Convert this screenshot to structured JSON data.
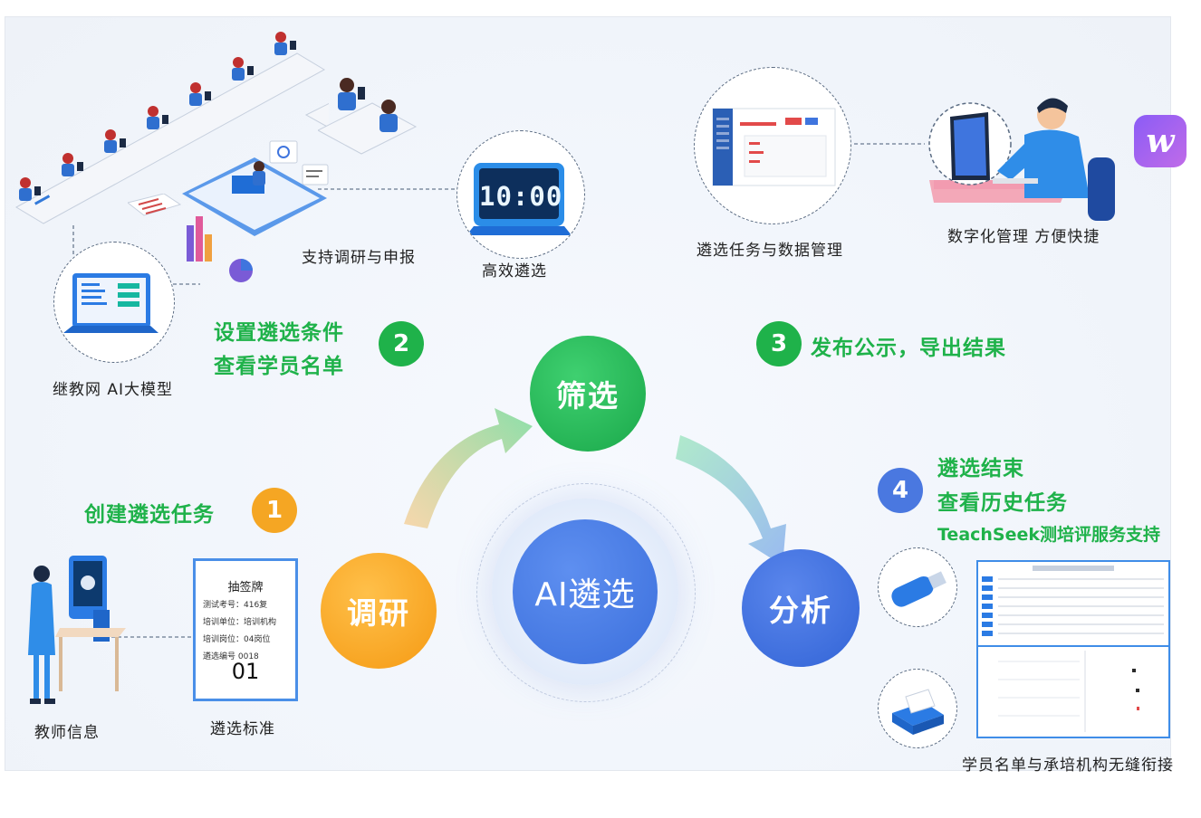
{
  "captions": {
    "research_report": "支持调研与申报",
    "efficient": "高效遴选",
    "task_data": "遴选任务与数据管理",
    "digital": "数字化管理  方便快捷",
    "ai_model": "继教网 AI大模型",
    "teacher_info": "教师信息",
    "criteria": "遴选标准",
    "connect": "学员名单与承培机构无缝衔接"
  },
  "steps": [
    {
      "num": "1",
      "lines": [
        "创建遴选任务"
      ]
    },
    {
      "num": "2",
      "lines": [
        "设置遴选条件",
        "查看学员名单"
      ]
    },
    {
      "num": "3",
      "lines": [
        "发布公示，导出结果"
      ]
    },
    {
      "num": "4",
      "lines": [
        "遴选结束",
        "查看历史任务",
        "TeachSeek测培评服务支持"
      ]
    }
  ],
  "nodes": {
    "research": "调研",
    "screen": "筛选",
    "analyze": "分析",
    "center": "AI遴选"
  },
  "clock": {
    "time": "10:00"
  },
  "sign_card": {
    "title": "抽签牌",
    "rows": [
      "测试考号：416复",
      "培训单位：培训机构",
      "培训岗位：04岗位",
      "遴选编号 0018"
    ],
    "number": "01"
  },
  "colors": {
    "green": "#1fb24a",
    "orange": "#f5a623",
    "blue": "#3f75de",
    "step4_blue": "#4a78e0"
  },
  "icons": {
    "logo": "w-logo-icon"
  }
}
